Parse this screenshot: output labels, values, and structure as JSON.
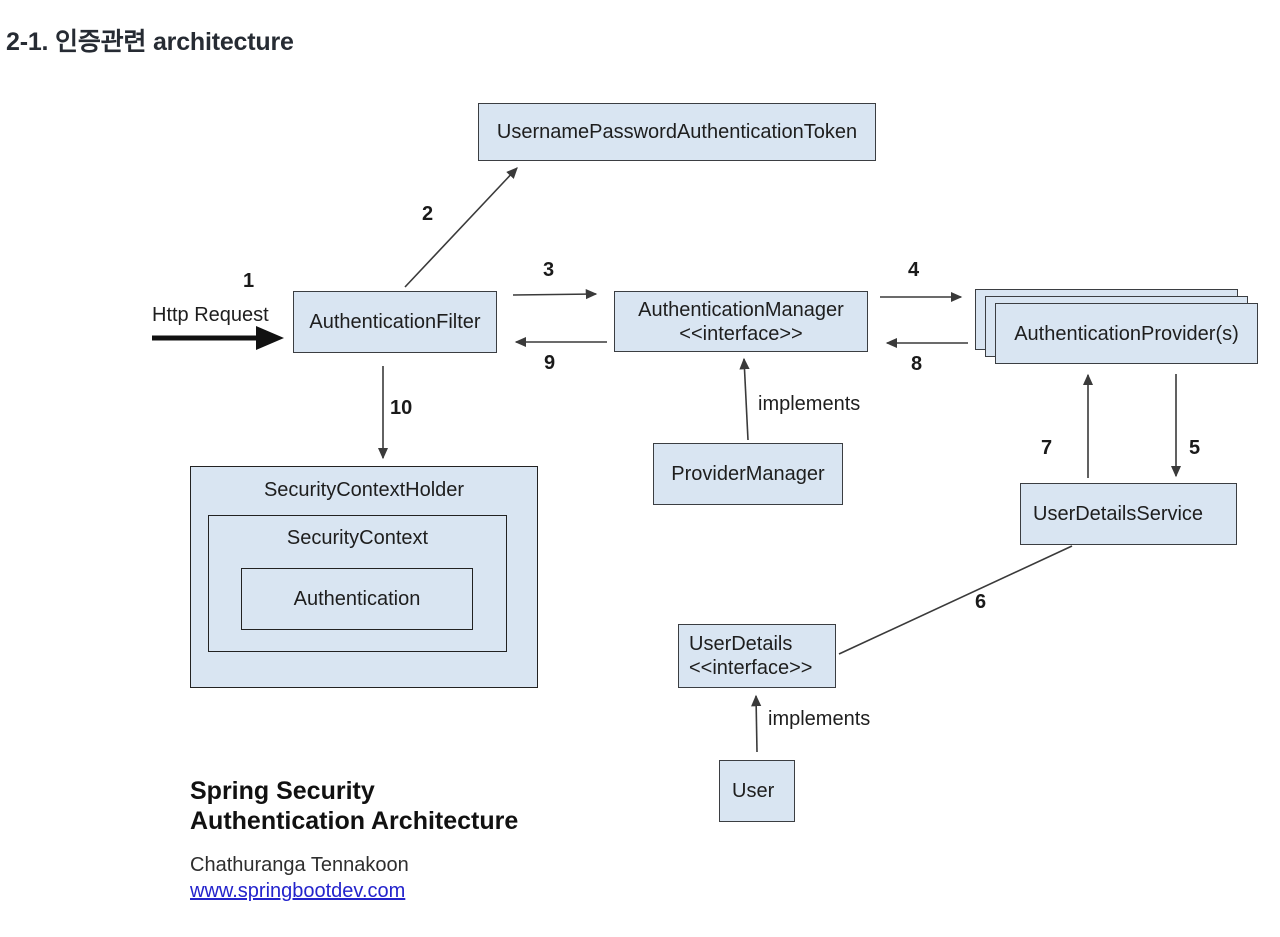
{
  "page": {
    "title": "2-1. 인증관련 architecture"
  },
  "diagram": {
    "boxes": {
      "token": "UsernamePasswordAuthenticationToken",
      "auth_filter": "AuthenticationFilter",
      "auth_manager_line1": "AuthenticationManager",
      "auth_manager_line2": "<<interface>>",
      "auth_providers": "AuthenticationProvider(s)",
      "provider_manager": "ProviderManager",
      "security_context_holder": "SecurityContextHolder",
      "security_context": "SecurityContext",
      "authentication": "Authentication",
      "user_details_service": "UserDetailsService",
      "user_details_line1": "UserDetails",
      "user_details_line2": "<<interface>>",
      "user": "User"
    },
    "labels": {
      "http_request": "Http Request",
      "implements_top": "implements",
      "implements_bottom": "implements"
    },
    "numbers": {
      "n1": "1",
      "n2": "2",
      "n3": "3",
      "n4": "4",
      "n5": "5",
      "n6": "6",
      "n7": "7",
      "n8": "8",
      "n9": "9",
      "n10": "10"
    }
  },
  "footer": {
    "title_line1": "Spring Security",
    "title_line2": "Authentication Architecture",
    "author": "Chathuranga Tennakoon",
    "link": "www.springbootdev.com"
  },
  "colors": {
    "box_fill": "#d9e5f2",
    "box_border": "#3b3e42",
    "line": "#3a3a3a",
    "link": "#2323cc",
    "title_text": "#262b33"
  }
}
